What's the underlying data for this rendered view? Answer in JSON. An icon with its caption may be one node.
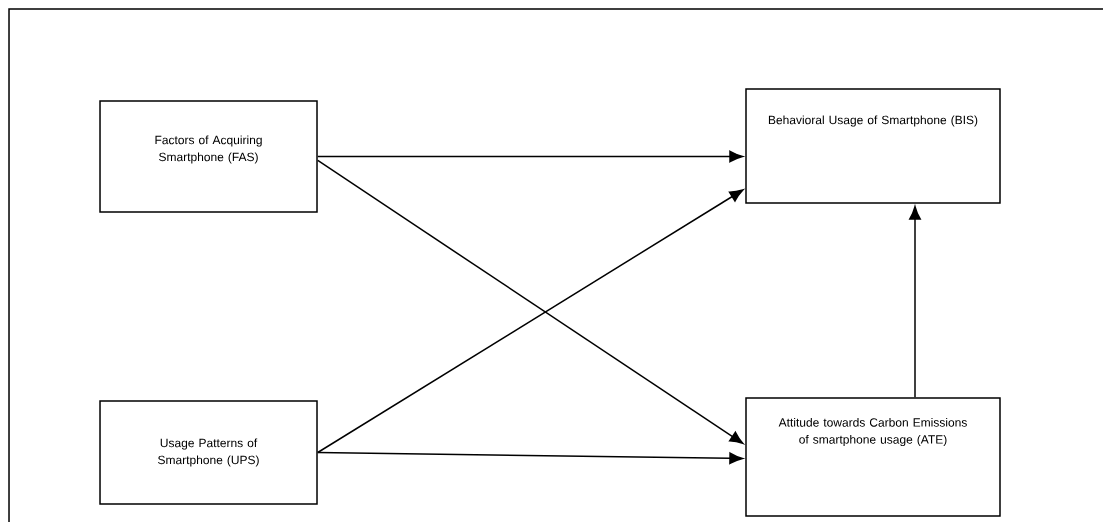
{
  "diagram": {
    "nodes": [
      {
        "text": [
          "Factors of Acquiring Smartphone (FAS)"
        ]
      },
      {
        "text": [
          "Behavioral Usage of Smartphone (BIS)"
        ]
      },
      {
        "text": [
          "Usage Patterns of Smartphone (UPS)"
        ]
      },
      {
        "text": [
          "Attitude towards Carbon Emissions of smartphone usage (ATE)"
        ]
      }
    ],
    "edges": [
      {
        "from": 0,
        "to": 1,
        "arrow": "to"
      },
      {
        "from": 0,
        "to": 3,
        "arrow": "to"
      },
      {
        "from": 2,
        "to": 1,
        "arrow": "to"
      },
      {
        "from": 2,
        "to": 3,
        "arrow": "to"
      },
      {
        "from": 3,
        "to": 1,
        "arrow": "to"
      }
    ]
  }
}
